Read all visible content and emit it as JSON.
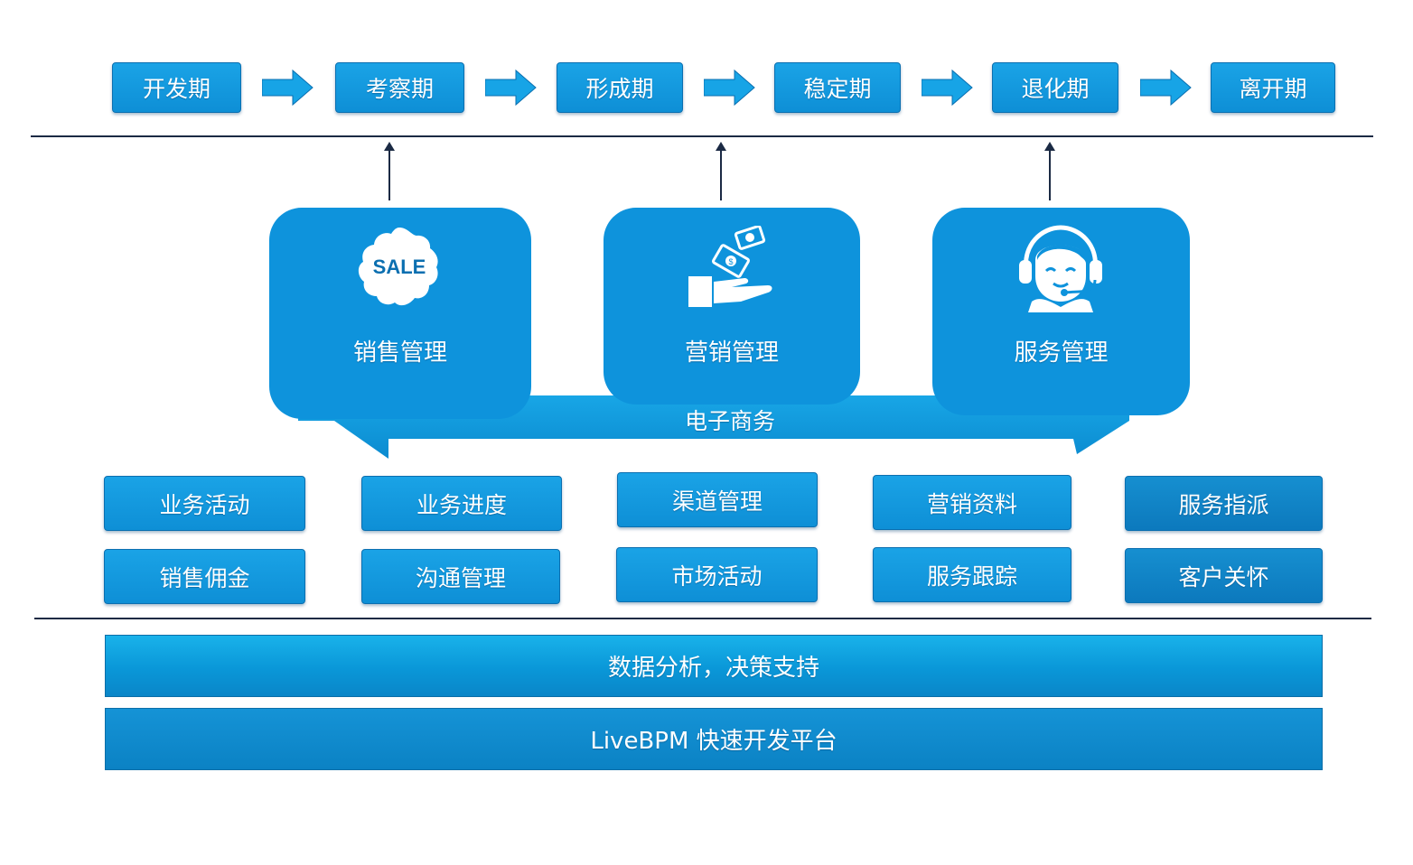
{
  "stages": [
    "开发期",
    "考察期",
    "形成期",
    "稳定期",
    "退化期",
    "离开期"
  ],
  "modules": [
    {
      "label": "销售管理",
      "icon": "sale-tag-icon",
      "icon_text": "SALE"
    },
    {
      "label": "营销管理",
      "icon": "money-hand-icon",
      "icon_text": "$"
    },
    {
      "label": "服务管理",
      "icon": "headset-agent-icon"
    }
  ],
  "ecommerce_label": "电子商务",
  "functions": [
    [
      "业务活动",
      "销售佣金"
    ],
    [
      "业务进度",
      "沟通管理"
    ],
    [
      "渠道管理",
      "市场活动"
    ],
    [
      "营销资料",
      "服务跟踪"
    ],
    [
      "服务指派",
      "客户关怀"
    ]
  ],
  "layers": [
    "数据分析，决策支持",
    "LiveBPM 快速开发平台"
  ],
  "colors": {
    "primary_blue": "#0e93dc",
    "border_blue": "#0b6fb0",
    "line": "#1b2a44"
  }
}
